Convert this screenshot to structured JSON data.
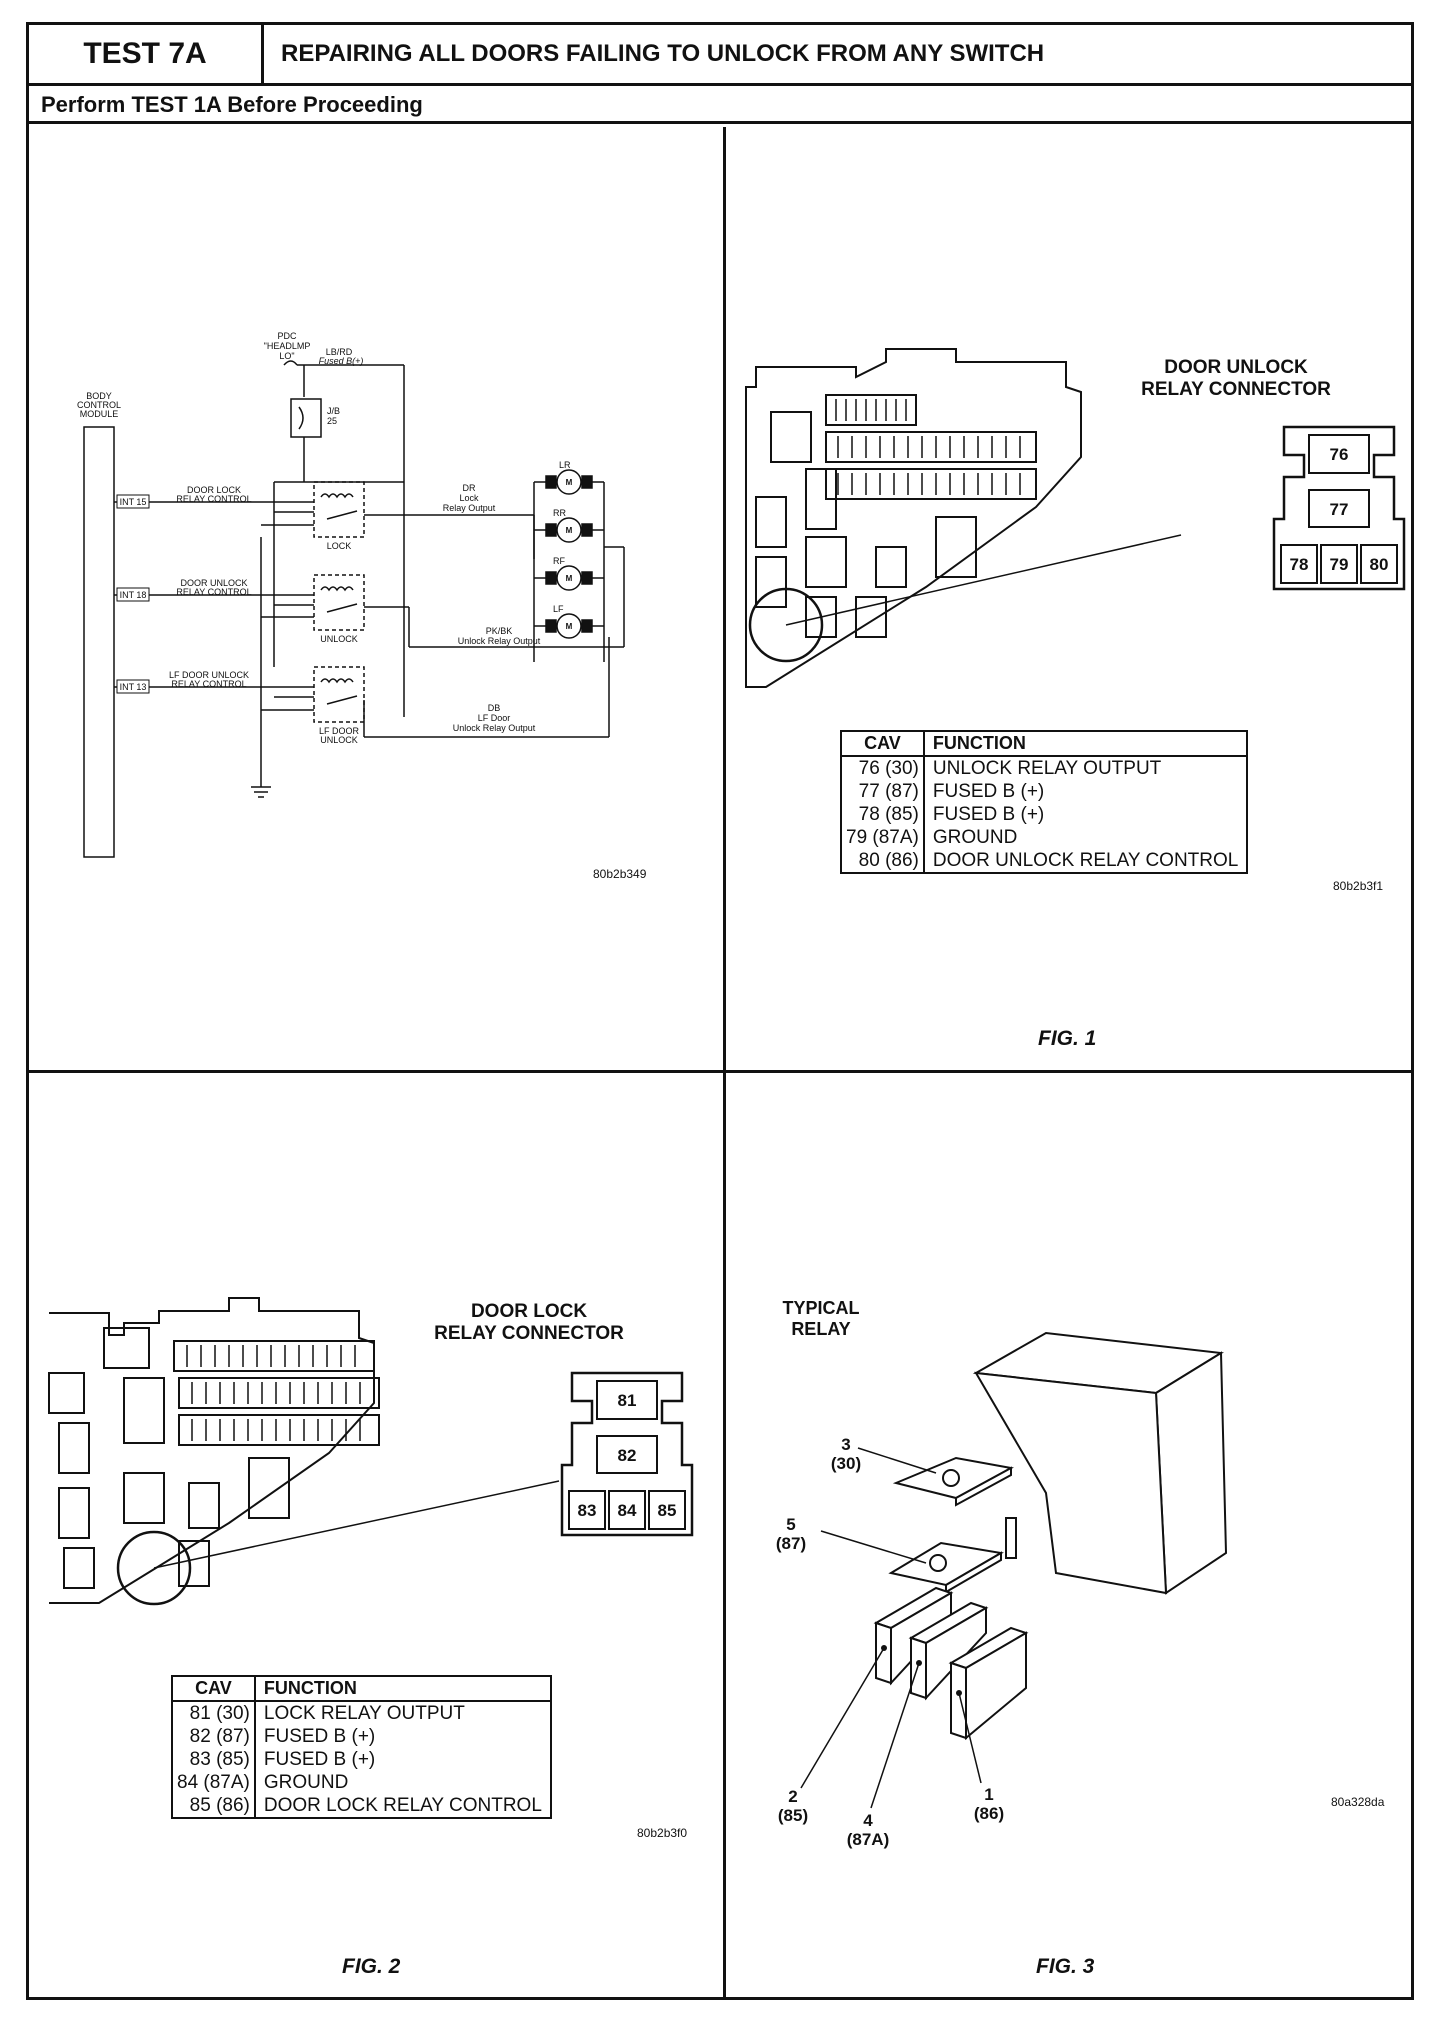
{
  "header": {
    "test_id": "TEST 7A",
    "title": "REPAIRING ALL DOORS FAILING TO UNLOCK FROM ANY SWITCH",
    "subtitle": "Perform TEST 1A Before Proceeding"
  },
  "schematic": {
    "code": "80b2b349",
    "pdc_label": "PDC",
    "headlmp_label": "\"HEADLMP",
    "lo_label": "LO\"",
    "wire_lbrd": "LB/RD",
    "fused_b": "Fused B(+)",
    "jb_label": "J/B",
    "jb_num": "25",
    "bcm_line1": "BODY",
    "bcm_line2": "CONTROL",
    "bcm_line3": "MODULE",
    "ctrl1_line1": "DOOR LOCK",
    "ctrl1_line2": "RELAY CONTROL",
    "ctrl2_line1": "DOOR UNLOCK",
    "ctrl2_line2": "RELAY CONTROL",
    "ctrl3_line1": "LF DOOR UNLOCK",
    "ctrl3_line2": "RELAY CONTROL",
    "int1": "INT 15",
    "int2": "INT 18",
    "int3": "INT 13",
    "relay1": "LOCK",
    "relay2": "UNLOCK",
    "relay3_line1": "LF DOOR",
    "relay3_line2": "UNLOCK",
    "out1_line1": "DR",
    "out1_line2": "Lock",
    "out1_line3": "Relay Output",
    "out2_line1": "PK/BK",
    "out2_line2": "Unlock Relay Output",
    "out3_line1": "DB",
    "out3_line2": "LF Door",
    "out3_line3": "Unlock Relay Output",
    "motor_symbol": "M",
    "motors": [
      "LR",
      "RR",
      "RF",
      "LF"
    ]
  },
  "fig1": {
    "connector_title_1": "DOOR UNLOCK",
    "connector_title_2": "RELAY CONNECTOR",
    "pins_top": "76",
    "pins_mid": "77",
    "pins_bottom": [
      "78",
      "79",
      "80"
    ],
    "table_headers": [
      "CAV",
      "FUNCTION"
    ],
    "rows": [
      {
        "cav": "76 (30)",
        "function": "UNLOCK RELAY OUTPUT"
      },
      {
        "cav": "77 (87)",
        "function": "FUSED B (+)"
      },
      {
        "cav": "78 (85)",
        "function": "FUSED B (+)"
      },
      {
        "cav": "79 (87A)",
        "function": "GROUND"
      },
      {
        "cav": "80 (86)",
        "function": "DOOR UNLOCK RELAY CONTROL"
      }
    ],
    "code": "80b2b3f1",
    "label": "FIG. 1"
  },
  "fig2": {
    "connector_title_1": "DOOR LOCK",
    "connector_title_2": "RELAY CONNECTOR",
    "pins_top": "81",
    "pins_mid": "82",
    "pins_bottom": [
      "83",
      "84",
      "85"
    ],
    "table_headers": [
      "CAV",
      "FUNCTION"
    ],
    "rows": [
      {
        "cav": "81 (30)",
        "function": "LOCK RELAY OUTPUT"
      },
      {
        "cav": "82 (87)",
        "function": "FUSED B (+)"
      },
      {
        "cav": "83 (85)",
        "function": "FUSED B (+)"
      },
      {
        "cav": "84 (87A)",
        "function": "GROUND"
      },
      {
        "cav": "85 (86)",
        "function": "DOOR LOCK RELAY CONTROL"
      }
    ],
    "code": "80b2b3f0",
    "label": "FIG. 2"
  },
  "fig3": {
    "title_1": "TYPICAL",
    "title_2": "RELAY",
    "pins": [
      {
        "num": "3",
        "cav": "(30)"
      },
      {
        "num": "5",
        "cav": "(87)"
      },
      {
        "num": "2",
        "cav": "(85)"
      },
      {
        "num": "4",
        "cav": "(87A)"
      },
      {
        "num": "1",
        "cav": "(86)"
      }
    ],
    "code": "80a328da",
    "label": "FIG. 3"
  }
}
